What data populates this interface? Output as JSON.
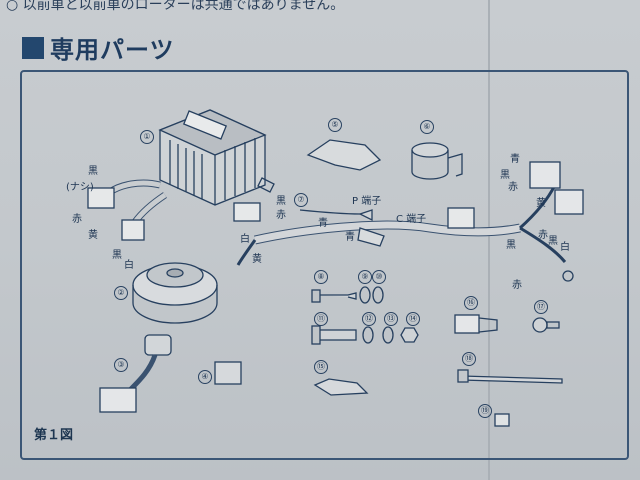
{
  "top_text": "○ 以前車と以前車のローターは共通ではありません。",
  "heading": "専用パーツ",
  "figure_caption": "第１図",
  "labels": {
    "nashi": "(ナシ)",
    "kuro": "黒",
    "aka": "赤",
    "ki": "黄",
    "shiro": "白",
    "ao": "青",
    "p_tanshi": "P 端子",
    "c_tanshi": "C 端子"
  },
  "part_numbers": [
    "①",
    "②",
    "③",
    "④",
    "⑤",
    "⑥",
    "⑦",
    "⑧",
    "⑨",
    "⑩",
    "⑪",
    "⑫",
    "⑬",
    "⑭",
    "⑮",
    "⑯",
    "⑰",
    "⑱",
    "⑲"
  ]
}
